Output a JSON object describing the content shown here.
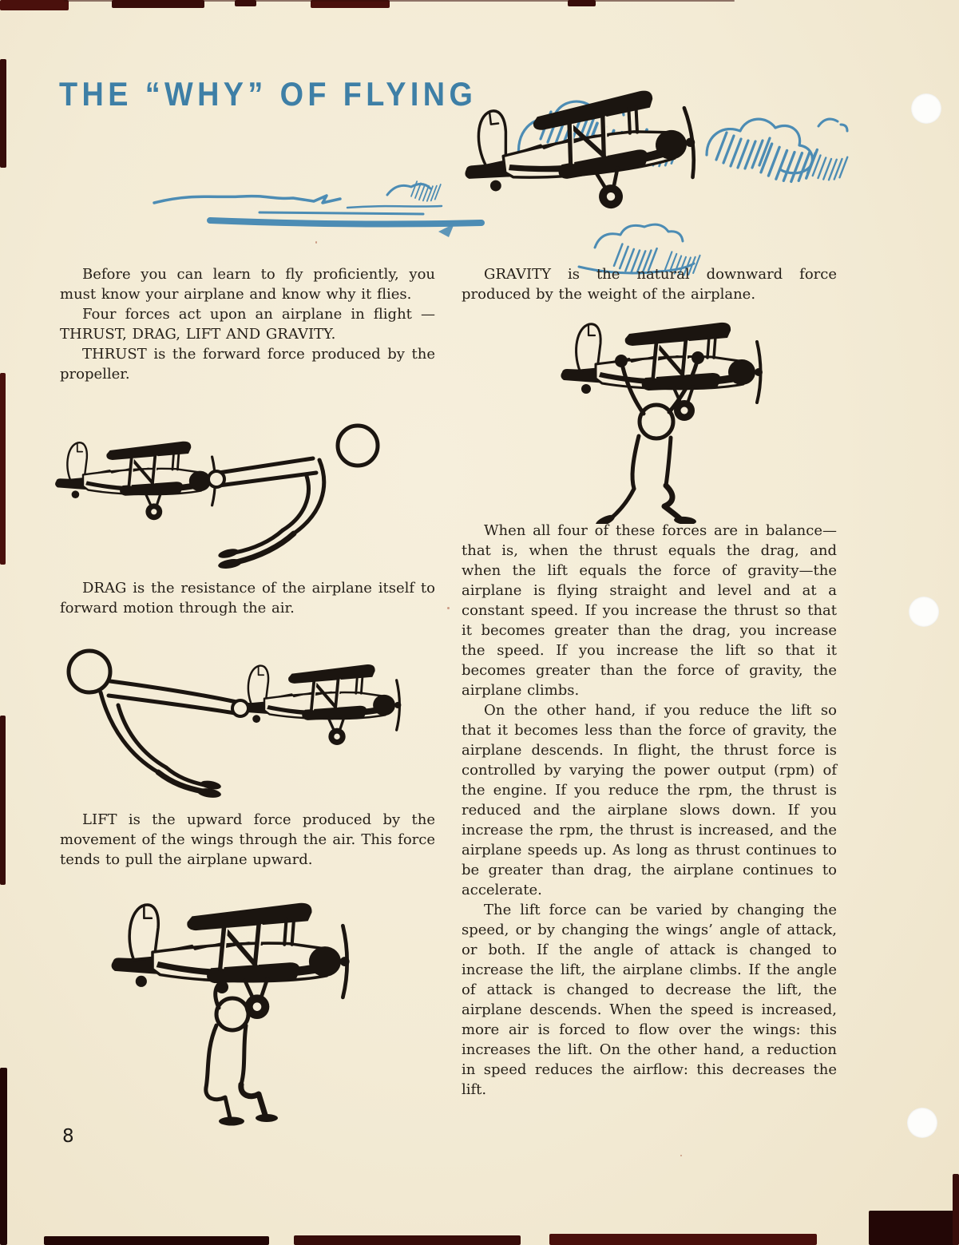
{
  "page": {
    "title": "THE “WHY” OF FLYING",
    "page_number": "8"
  },
  "colors": {
    "paper": "#f3ebd5",
    "title_blue": "#3e7fa6",
    "ink": "#262019",
    "sketch_blue": "#4c8cb4",
    "scan_edge": "#380d0a"
  },
  "left_column": {
    "para_intro": "Before you can learn to fly proficiently, you must know your airplane and know why it flies.",
    "para_forces": "Four forces act upon an airplane in flight —THRUST, DRAG, LIFT AND GRAVITY.",
    "para_thrust": "THRUST is the forward force produced by the propeller.",
    "para_drag": "DRAG is the resistance of the airplane itself to forward motion through the air.",
    "para_lift": "LIFT is the upward force produced by the movement of the wings through the air. This force tends to pull the airplane upward."
  },
  "right_column": {
    "para_gravity": "GRAVITY is the natural downward force produced by the weight of the airplane.",
    "para_balance": "When all four of these forces are in balance—that is, when the thrust equals the drag, and when the lift equals the force of gravity—the airplane is flying straight and level and at a constant speed. If you increase the thrust so that it becomes greater than the drag, you increase the speed. If you increase the lift so that it becomes greater than the force of gravity, the airplane climbs.",
    "para_reduce": "On the other hand, if you reduce the lift so that it becomes less than the force of gravity, the airplane descends. In flight, the thrust force is controlled by varying the power output (rpm) of the engine. If you reduce the rpm, the thrust is reduced and the airplane slows down. If you increase the rpm, the thrust is increased, and the airplane speeds up. As long as thrust continues to be greater than drag, the airplane continues to accelerate.",
    "para_vary": "The lift force can be varied by changing the speed, or by changing the wings’ angle of attack, or both. If the angle of attack is changed to increase the lift, the airplane climbs. If the angle of attack is changed to decrease the lift, the airplane descends. When the speed is increased, more air is forced to flow over the wings: this increases the lift. On the other hand, a reduction in speed reduces the airflow: this decreases the lift."
  }
}
